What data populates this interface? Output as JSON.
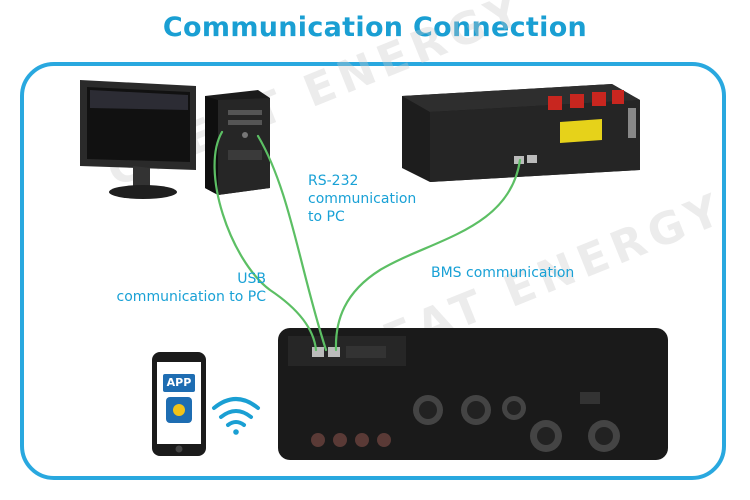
{
  "title": "Communication Connection",
  "labels": {
    "rs232": [
      "RS-232",
      "communication",
      "to PC"
    ],
    "usb": [
      "USB",
      "communication to PC"
    ],
    "bms": "BMS communication"
  },
  "phone": {
    "app_label": "APP"
  },
  "watermark": "GREAT ENERGY",
  "colors": {
    "accent": "#1a9fd3",
    "cable": "#5cbf64"
  }
}
